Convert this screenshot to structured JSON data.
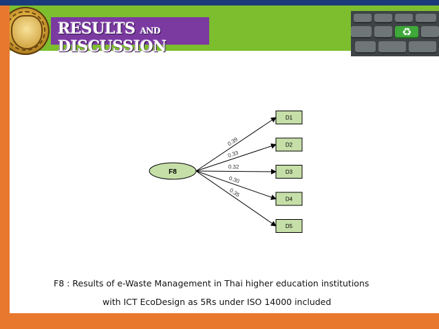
{
  "header": {
    "title_main": "RESULTS",
    "title_and": "AND",
    "title_end": "DISCUSSION",
    "logo_icon": "royal-seal-icon",
    "keyboard_icon": "recycle-key-icon",
    "colors": {
      "header_green": "#7cbe2e",
      "title_purple": "#7a3aa0",
      "side_orange": "#e8782e",
      "top_navy": "#1b3a7a"
    }
  },
  "diagram": {
    "factor": "F8",
    "factor_color": "#c6dfa8",
    "indicators": [
      {
        "label": "D1",
        "loading": "0.39"
      },
      {
        "label": "D2",
        "loading": "0.33"
      },
      {
        "label": "D3",
        "loading": "0.32"
      },
      {
        "label": "D4",
        "loading": "0.30"
      },
      {
        "label": "D5",
        "loading": "0.35"
      }
    ]
  },
  "caption": {
    "line1": "F8 : Results of e-Waste Management in Thai higher education institutions",
    "line2": "with ICT EcoDesign as 5Rs under ISO 14000 included"
  }
}
